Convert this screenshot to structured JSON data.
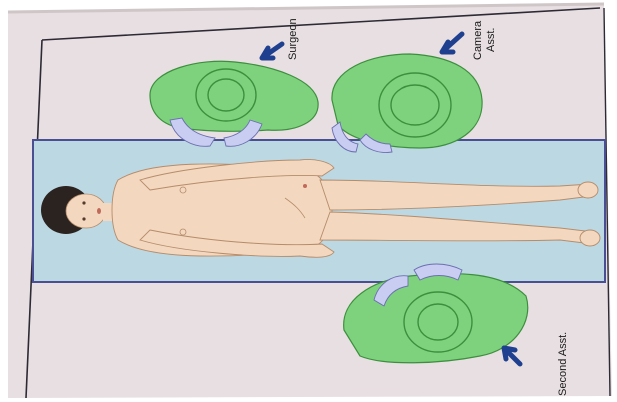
{
  "labels": {
    "surgeon": "Surgeon",
    "camera_line1": "Camera",
    "camera_line2": "Asst.",
    "second_asst": "Second Asst."
  },
  "colors": {
    "gown": "#7ed27e",
    "gown_outline": "#3d8f3d",
    "gloves": "#c9cdf2",
    "table": "#bcd8e3",
    "table_border": "#4a4f93",
    "skin": "#f3d7bf",
    "hair": "#2b231f",
    "arrow": "#1f3f8f",
    "page": "#e7dfe1"
  },
  "icons": {
    "figure_arrow": "arrow-icon"
  }
}
